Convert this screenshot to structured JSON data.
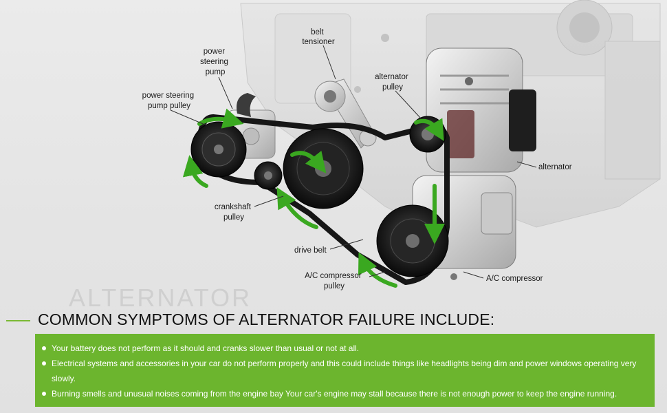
{
  "diagram": {
    "labels": {
      "belt_tensioner": [
        "belt",
        "tensioner"
      ],
      "power_steering_pump": [
        "power",
        "steering",
        "pump"
      ],
      "alternator_pulley": [
        "alternator",
        "pulley"
      ],
      "power_steering_pump_pulley": [
        "power steering",
        "pump pulley"
      ],
      "alternator": "alternator",
      "crankshaft_pulley": [
        "crankshaft",
        "pulley"
      ],
      "drive_belt": "drive belt",
      "ac_compressor_pulley": [
        "A/C compressor",
        "pulley"
      ],
      "ac_compressor": "A/C compressor"
    },
    "colors": {
      "arrow": "#3aa820",
      "belt": "#161616",
      "engine_block": "#d9d9d9"
    }
  },
  "ghost_word": "ALTERNATOR",
  "heading": "COMMON SYMPTOMS OF ALTERNATOR FAILURE INCLUDE:",
  "symptoms": [
    "Your battery does not perform as it should and cranks slower than usual or not at all.",
    "Electrical systems and accessories in your car do not perform properly and this could include things like headlights being dim and power windows operating very slowly.",
    "Burning smells and unusual noises coming from the engine bay Your car's engine may stall because there is not enough power to keep the engine running."
  ],
  "colors": {
    "panel_green": "#6cb52e",
    "accent_line": "#7ab934"
  }
}
